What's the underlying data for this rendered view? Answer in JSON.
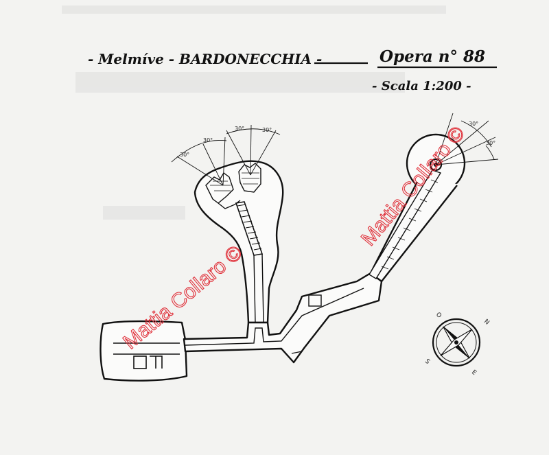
{
  "title": {
    "location": "- Melmíve - BARDONECCHIA -",
    "opera": "Opera n° 88",
    "scale": "- Scala 1:200 -"
  },
  "angles": {
    "left_a": "30°",
    "left_b": "30°",
    "mid_a": "30°",
    "mid_b": "30°",
    "right_a": "30°",
    "right_b": "30°"
  },
  "compass": {
    "n": "N",
    "e": "E",
    "s": "S",
    "o": "O"
  },
  "watermark": {
    "text": "Mattia Collaro ©"
  },
  "colors": {
    "paper": "#f3f3f1",
    "ink": "#111111",
    "watermark": "#e0303a"
  }
}
